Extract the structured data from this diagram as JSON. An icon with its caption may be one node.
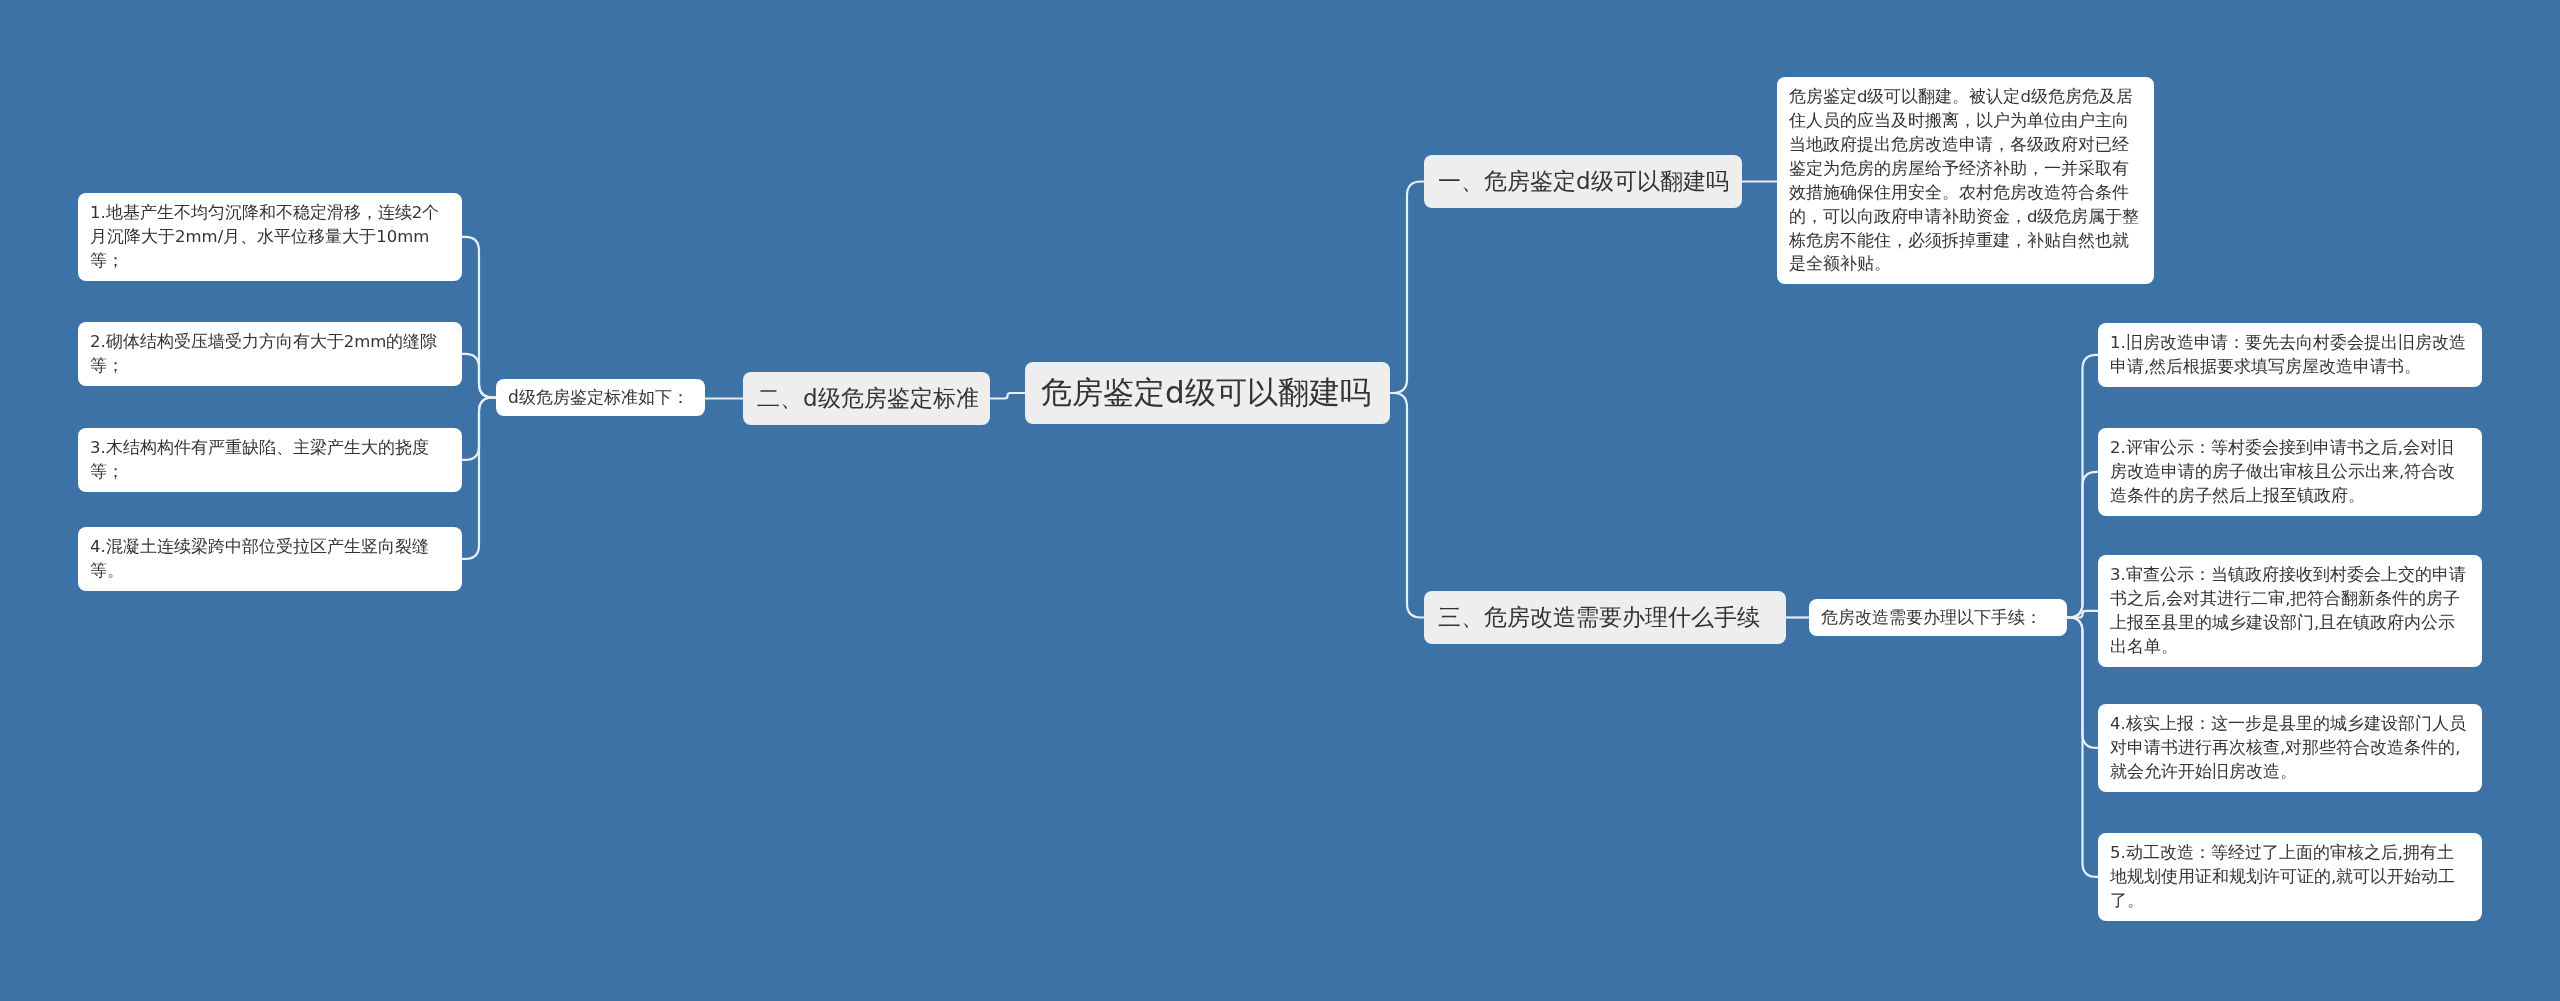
{
  "diagram": {
    "nodes": [
      {
        "text": [
          "危房鉴定d级可以翻建吗"
        ]
      },
      {
        "text": [
          "一、危房鉴定d级可以翻建吗"
        ]
      },
      {
        "text": [
          "危房鉴定d级可以翻建。被认定d级危房危及居住人员的应当及时搬离，以户为单位由户主向当地政府提出危房改造申请，各级政府对已经鉴定为危房的房屋给予经济补助，一并采取有效措施确保住用安全。农村危房改造符合条件的，可以向政府申请补助资金，d级危房属于整栋危房不能住，必须拆掉重建，补贴自然也就是全额补贴。"
        ]
      },
      {
        "text": [
          "二、d级危房鉴定标准"
        ]
      },
      {
        "text": [
          "d级危房鉴定标准如下："
        ]
      },
      {
        "text": [
          "1.地基产生不均匀沉降和不稳定滑移，连续2个月沉降大于2mm/月、水平位移量大于10mm等；"
        ]
      },
      {
        "text": [
          "2.砌体结构受压墙受力方向有大于2mm的缝隙等；"
        ]
      },
      {
        "text": [
          "3.木结构构件有严重缺陷、主梁产生大的挠度等；"
        ]
      },
      {
        "text": [
          "4.混凝土连续梁跨中部位受拉区产生竖向裂缝等。"
        ]
      },
      {
        "text": [
          "三、危房改造需要办理什么手续"
        ]
      },
      {
        "text": [
          "危房改造需要办理以下手续："
        ]
      },
      {
        "text": [
          "1.旧房改造申请：要先去向村委会提出旧房改造申请,然后根据要求填写房屋改造申请书。"
        ]
      },
      {
        "text": [
          "2.评审公示：等村委会接到申请书之后,会对旧房改造申请的房子做出审核且公示出来,符合改造条件的房子然后上报至镇政府。"
        ]
      },
      {
        "text": [
          "3.审查公示：当镇政府接收到村委会上交的申请书之后,会对其进行二审,把符合翻新条件的房子上报至县里的城乡建设部门,且在镇政府内公示出名单。"
        ]
      },
      {
        "text": [
          "4.核实上报：这一步是县里的城乡建设部门人员对申请书进行再次核查,对那些符合改造条件的,就会允许开始旧房改造。"
        ]
      },
      {
        "text": [
          "5.动工改造：等经过了上面的审核之后,拥有土地规划使用证和规划许可证的,就可以开始动工了。"
        ]
      }
    ],
    "edges": [
      {
        "from": 0,
        "to": 1,
        "arrow": "none"
      },
      {
        "from": 1,
        "to": 2,
        "arrow": "none"
      },
      {
        "from": 0,
        "to": 3,
        "arrow": "none"
      },
      {
        "from": 3,
        "to": 4,
        "arrow": "none"
      },
      {
        "from": 4,
        "to": 5,
        "arrow": "none"
      },
      {
        "from": 4,
        "to": 6,
        "arrow": "none"
      },
      {
        "from": 4,
        "to": 7,
        "arrow": "none"
      },
      {
        "from": 4,
        "to": 8,
        "arrow": "none"
      },
      {
        "from": 0,
        "to": 9,
        "arrow": "none"
      },
      {
        "from": 9,
        "to": 10,
        "arrow": "none"
      },
      {
        "from": 10,
        "to": 11,
        "arrow": "none"
      },
      {
        "from": 10,
        "to": 12,
        "arrow": "none"
      },
      {
        "from": 10,
        "to": 13,
        "arrow": "none"
      },
      {
        "from": 10,
        "to": 14,
        "arrow": "none"
      },
      {
        "from": 10,
        "to": 15,
        "arrow": "none"
      }
    ]
  }
}
